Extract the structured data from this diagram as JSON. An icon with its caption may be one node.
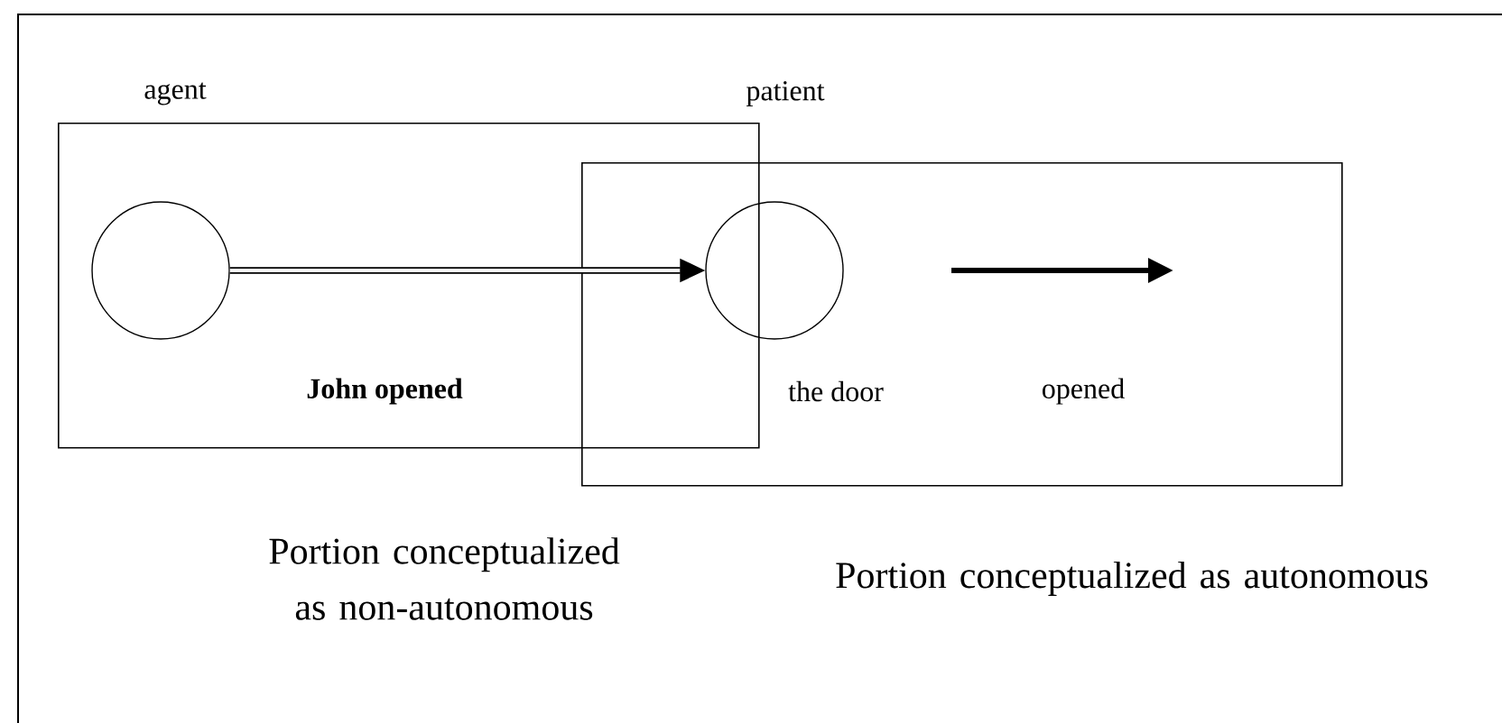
{
  "diagram": {
    "nodes": [
      {
        "text": [
          "agent",
          "John opened"
        ]
      },
      {
        "text": [
          "patient",
          "the door",
          "opened"
        ]
      },
      {
        "text": [],
        "shape": "circle",
        "in": 0
      },
      {
        "text": [],
        "shape": "circle",
        "in": 1
      }
    ],
    "edges": [
      {
        "from": 2,
        "to": 3,
        "arrow": "to"
      }
    ],
    "labels": [
      "Portion conceptualized as non-autonomous",
      "Portion conceptualized as autonomous"
    ]
  }
}
